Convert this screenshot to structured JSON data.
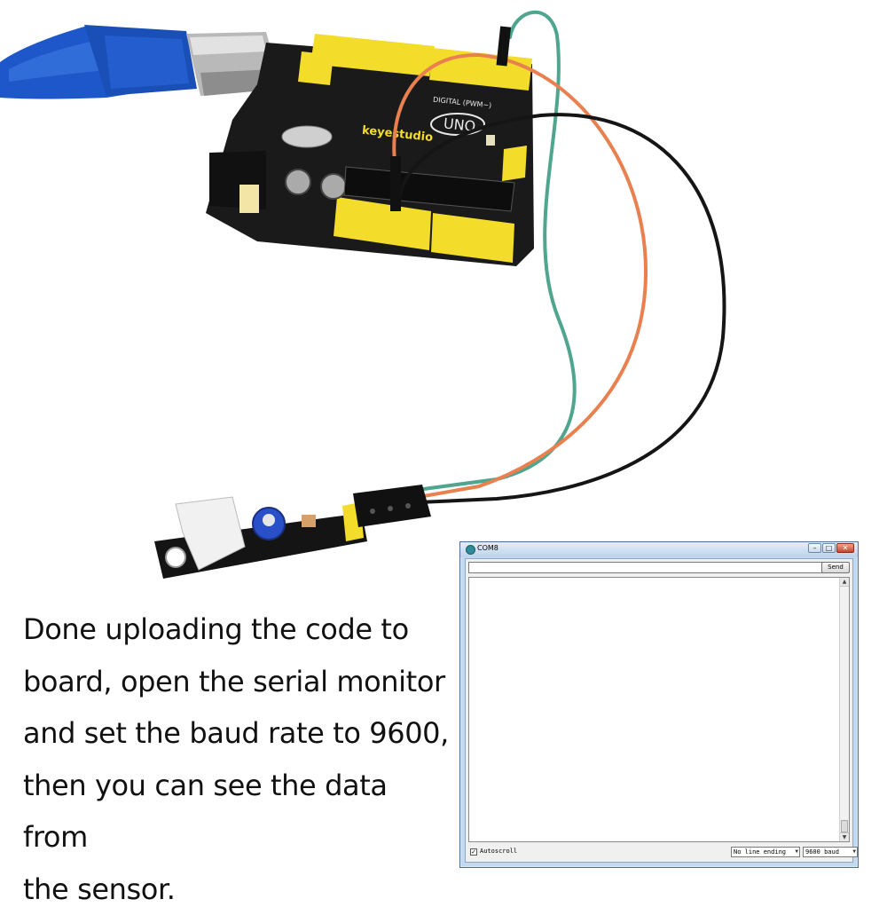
{
  "instruction": {
    "lines": [
      "Done uploading the code to",
      "board, open the serial monitor",
      "and set the baud rate to 9600,",
      "then you can see the data from",
      "the sensor."
    ]
  },
  "board": {
    "brand": "keyestudio",
    "model": "UNO",
    "header_label": "DIGITAL (PWM~)"
  },
  "serial_monitor": {
    "title": "COM8",
    "send_label": "Send",
    "input_value": "",
    "output_text": "",
    "autoscroll_label": "Autoscroll",
    "autoscroll_checked": true,
    "line_ending": "No line ending",
    "baud_rate": "9600 baud",
    "window_buttons": [
      "minimize-icon",
      "maximize-icon",
      "close-icon"
    ]
  },
  "colors": {
    "usb_cable": "#1d57c9",
    "board_pcb": "#1a1a1a",
    "header_yellow": "#f4dc2a",
    "wire_orange": "#e8814f",
    "wire_green": "#4fa58d",
    "wire_black": "#151515"
  }
}
